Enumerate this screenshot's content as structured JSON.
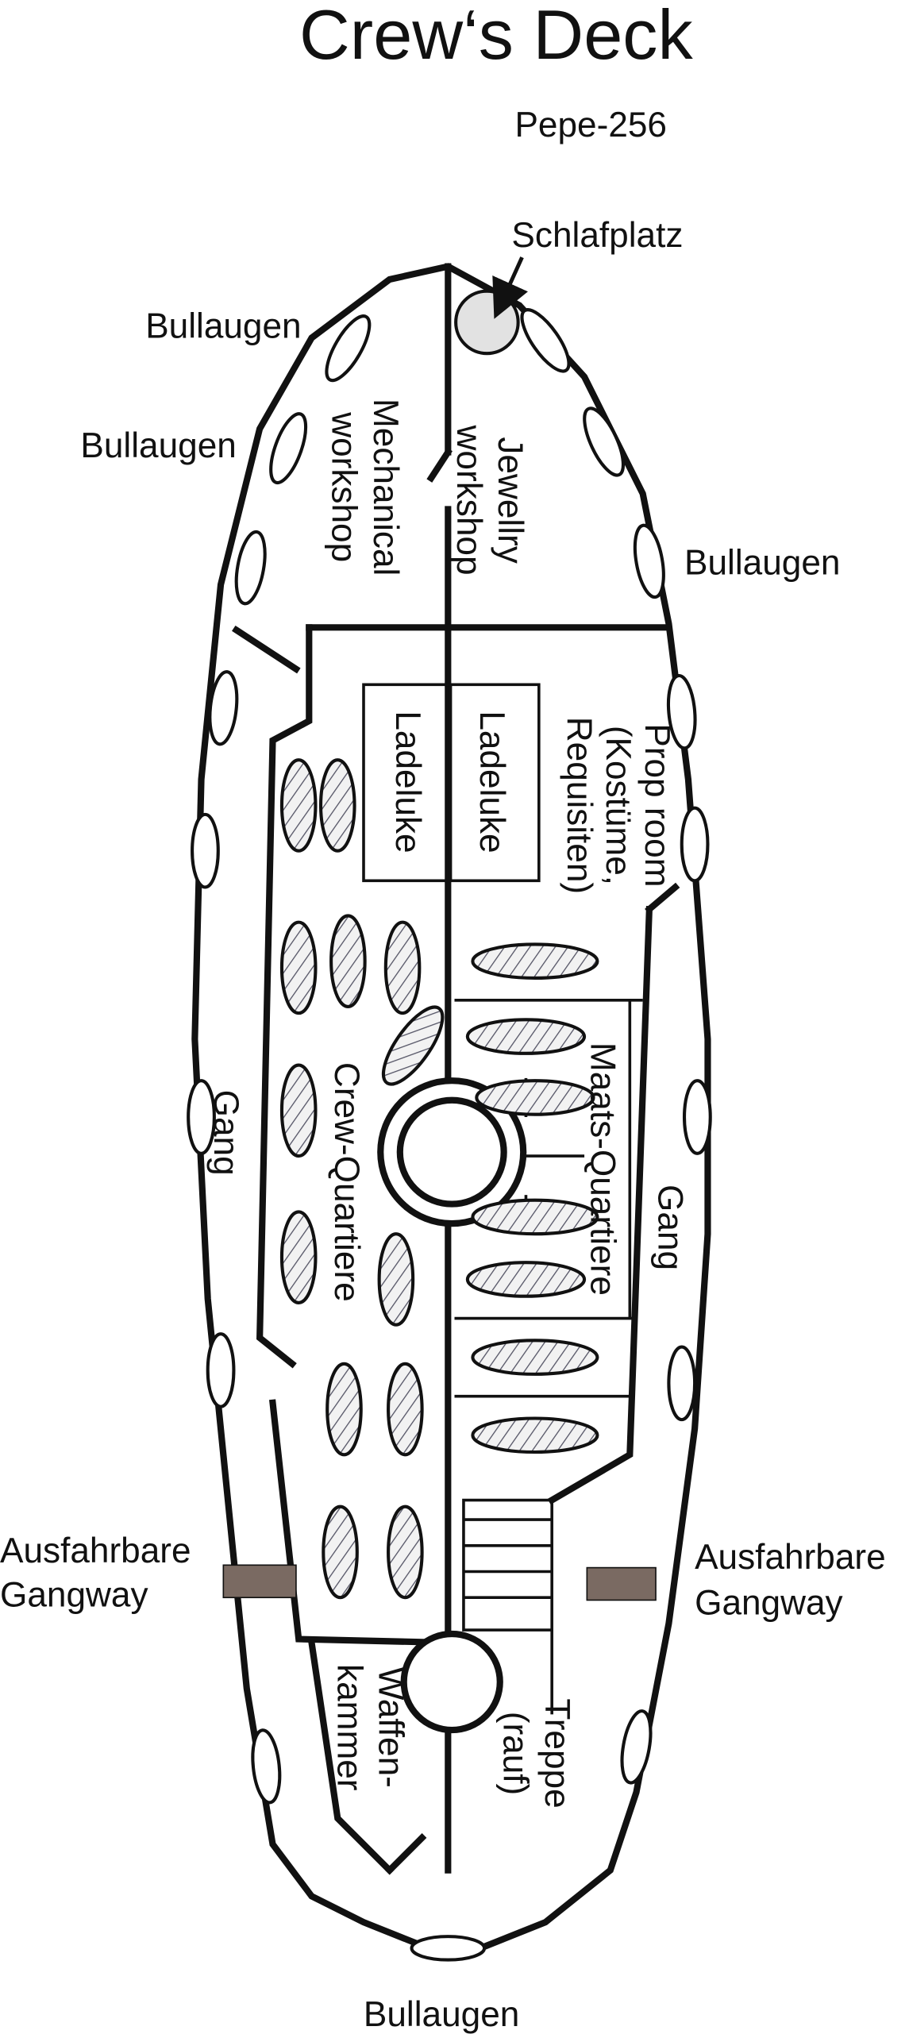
{
  "title": "Crew‘s Deck",
  "labels": {
    "pepe_line1": "Pepe-256",
    "pepe_line2": "Schlafplatz",
    "bullaugen": "Bullaugen",
    "mechanical_line1": "Mechanical",
    "mechanical_line2": "workshop",
    "jewellry_line1": "Jewellry",
    "jewellry_line2": "workshop",
    "ladeluke": "Ladeluke",
    "prop_line1": "Prop room",
    "prop_line2": "(Kostüme,",
    "prop_line3": "Requisiten)",
    "maats": "Maats-Quartiere",
    "crew": "Crew-Quartiere",
    "gang": "Gang",
    "gangway_line1": "Ausfahrbare",
    "gangway_line2": "Gangway",
    "waffen_line1": "Waffen-",
    "waffen_line2": "kammer",
    "treppe_line1": "Treppe",
    "treppe_line2": "(rauf)"
  },
  "colors": {
    "gangway": "#7a6a62",
    "pepe_bed": "#e2e2e2",
    "line": "#111111"
  }
}
